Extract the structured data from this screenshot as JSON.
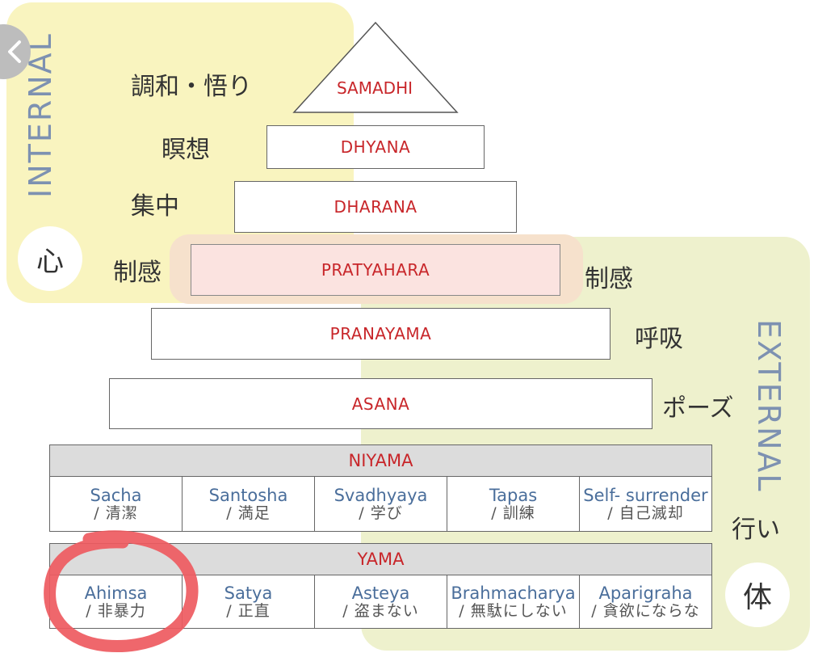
{
  "sections": {
    "internal_label": "INTERNAL",
    "external_label": "EXTERNAL",
    "mind_char": "心",
    "body_char": "体"
  },
  "labels_jp": {
    "samadhi": "調和・悟り",
    "dhyana": "瞑想",
    "dharana": "集中",
    "pratyahara_left": "制感",
    "pratyahara_right": "制感",
    "pranayama": "呼吸",
    "asana": "ポーズ",
    "niyama": "行い"
  },
  "steps": {
    "samadhi": "SAMADHI",
    "dhyana": "DHYANA",
    "dharana": "DHARANA",
    "pratyahara": "PRATYAHARA",
    "pranayama": "PRANAYAMA",
    "asana": "ASANA"
  },
  "niyama": {
    "title": "NIYAMA",
    "items": [
      {
        "en": "Sacha",
        "jp": "/ 清潔"
      },
      {
        "en": "Santosha",
        "jp": "/ 満足"
      },
      {
        "en": "Svadhyaya",
        "jp": "/ 学び"
      },
      {
        "en": "Tapas",
        "jp": "/ 訓練"
      },
      {
        "en": "Self- surrender",
        "jp": "/ 自己滅却"
      }
    ]
  },
  "yama": {
    "title": "YAMA",
    "items": [
      {
        "en": "Ahimsa",
        "jp": "/ 非暴力"
      },
      {
        "en": "Satya",
        "jp": "/ 正直"
      },
      {
        "en": "Asteya",
        "jp": "/ 盗まない"
      },
      {
        "en": "Brahmacharya",
        "jp": "/ 無駄にしない"
      },
      {
        "en": "Aparigraha",
        "jp": "/ 貪欲にならな"
      }
    ]
  },
  "colors": {
    "internal_bg": "#f9f4bf",
    "external_bg": "#eef1cd",
    "step_text": "#c8262a",
    "cell_text": "#4a6e9b",
    "highlight_circle": "#ee5a5f"
  },
  "icons": {
    "back": "chevron-left-icon"
  }
}
